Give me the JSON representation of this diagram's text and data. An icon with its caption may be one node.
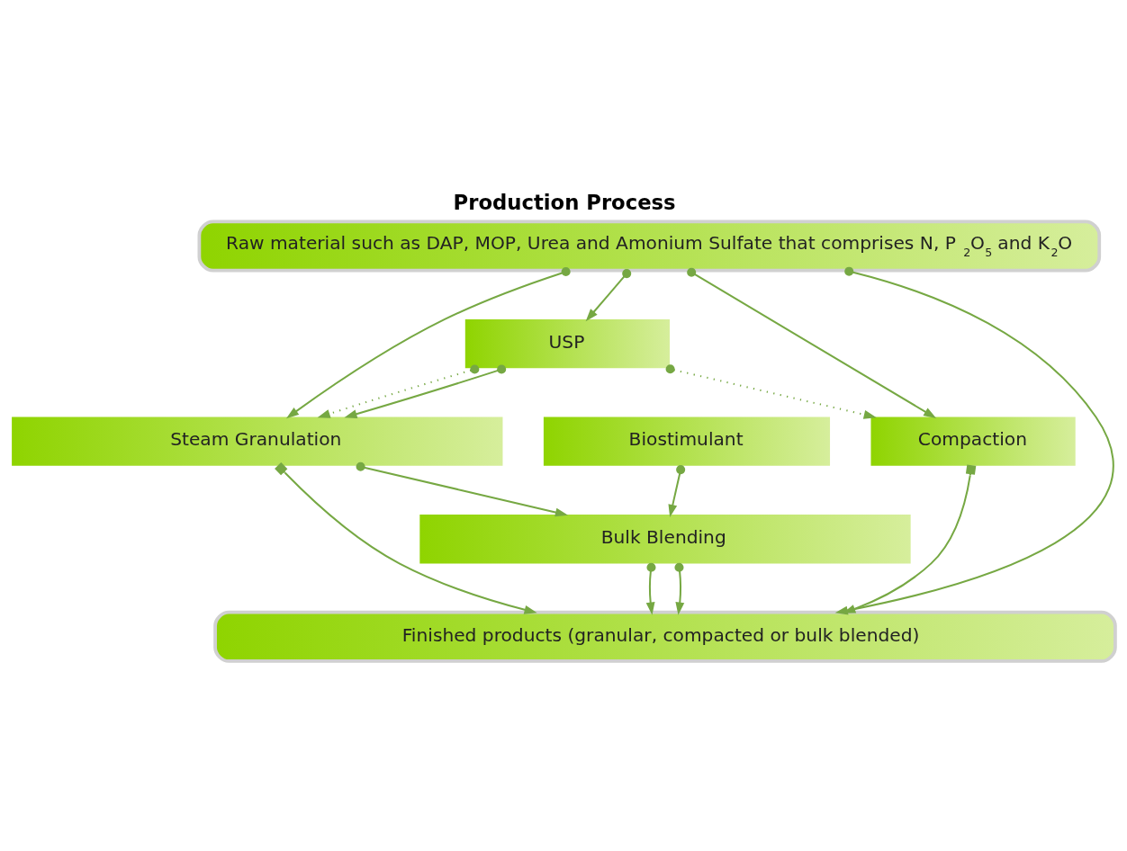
{
  "diagram": {
    "title": "Production Process",
    "nodes": [
      {
        "text": [
          "Raw material such as DAP, MOP, Urea and Amonium Sulfate that comprises N, P$_{2}$O$_{5}$ and K$_{2}$O"
        ]
      },
      {
        "text": [
          "USP"
        ]
      },
      {
        "text": [
          "Steam Granulation"
        ]
      },
      {
        "text": [
          "Compaction"
        ]
      },
      {
        "text": [
          "Biostimulant"
        ]
      },
      {
        "text": [
          "Bulk Blending"
        ]
      },
      {
        "text": [
          "Finished products (granular, compacted or bulk blended)"
        ]
      }
    ],
    "edges": [
      {
        "from": 0,
        "to": 2,
        "arrow": "to"
      },
      {
        "from": 0,
        "to": 1,
        "arrow": "to"
      },
      {
        "from": 0,
        "to": 6,
        "arrow": "to"
      },
      {
        "from": 0,
        "to": 3,
        "arrow": "to"
      },
      {
        "from": 1,
        "to": 2,
        "arrow": "to",
        "style": "dashed"
      },
      {
        "from": 1,
        "to": 2,
        "arrow": "to"
      },
      {
        "from": 1,
        "to": 3,
        "arrow": "to",
        "style": "dashed"
      },
      {
        "from": 2,
        "to": 6,
        "arrow": "to"
      },
      {
        "from": 2,
        "to": 5,
        "arrow": "to"
      },
      {
        "from": 3,
        "to": 6,
        "arrow": "to"
      },
      {
        "from": 4,
        "to": 5,
        "arrow": "to"
      },
      {
        "from": 5,
        "to": 6,
        "arrow": "to"
      },
      {
        "from": 5,
        "to": 6,
        "arrow": "to"
      }
    ]
  }
}
